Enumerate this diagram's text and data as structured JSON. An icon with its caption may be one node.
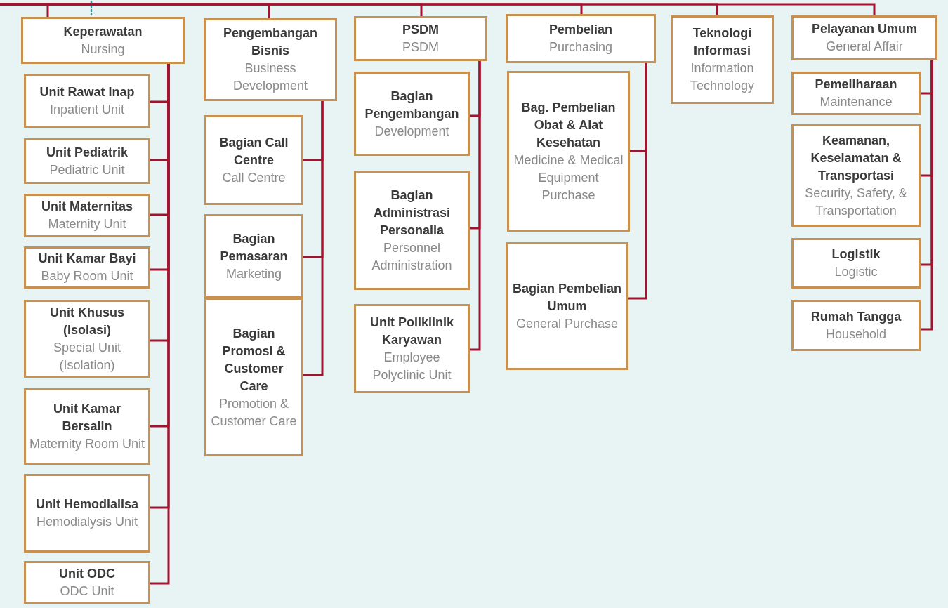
{
  "diagram": {
    "nodes": [
      {
        "text": [
          "Keperawatan",
          "Nursing"
        ]
      },
      {
        "text": [
          "Unit Rawat Inap",
          "Inpatient Unit"
        ]
      },
      {
        "text": [
          "Unit Pediatrik",
          "Pediatric Unit"
        ]
      },
      {
        "text": [
          "Unit Maternitas",
          "Maternity Unit"
        ]
      },
      {
        "text": [
          "Unit Kamar Bayi",
          "Baby Room Unit"
        ]
      },
      {
        "text": [
          "Unit Khusus (Isolasi)",
          "Special Unit (Isolation)"
        ]
      },
      {
        "text": [
          "Unit Kamar Bersalin",
          "Maternity Room Unit"
        ]
      },
      {
        "text": [
          "Unit Hemodialisa",
          "Hemodialysis Unit"
        ]
      },
      {
        "text": [
          "Unit ODC",
          "ODC Unit"
        ]
      },
      {
        "text": [
          "Pengembangan Bisnis",
          "Business Development"
        ]
      },
      {
        "text": [
          "Bagian Call Centre",
          "Call Centre"
        ]
      },
      {
        "text": [
          "Bagian Pemasaran",
          "Marketing"
        ]
      },
      {
        "text": [
          "Bagian Promosi & Customer Care",
          "Promotion & Customer Care"
        ]
      },
      {
        "text": [
          "PSDM",
          "PSDM"
        ]
      },
      {
        "text": [
          "Bagian Pengembangan",
          "Development"
        ]
      },
      {
        "text": [
          "Bagian Administrasi Personalia",
          "Personnel Administration"
        ]
      },
      {
        "text": [
          "Unit Poliklinik Karyawan",
          "Employee Polyclinic Unit"
        ]
      },
      {
        "text": [
          "Pembelian",
          "Purchasing"
        ]
      },
      {
        "text": [
          "Bag. Pembelian Obat & Alat Kesehatan",
          "Medicine & Medical Equipment Purchase"
        ]
      },
      {
        "text": [
          "Bagian Pembelian Umum",
          "General Purchase"
        ]
      },
      {
        "text": [
          "Teknologi Informasi",
          "Information Technology"
        ]
      },
      {
        "text": [
          "Pelayanan Umum",
          "General Affair"
        ]
      },
      {
        "text": [
          "Pemeliharaan",
          "Maintenance"
        ]
      },
      {
        "text": [
          "Keamanan, Keselamatan & Transportasi",
          "Security, Safety, & Transportation"
        ]
      },
      {
        "text": [
          "Logistik",
          "Logistic"
        ]
      },
      {
        "text": [
          "Rumah Tangga",
          "Household"
        ]
      }
    ],
    "edges": [
      {
        "from": null,
        "to": 0,
        "arrow": "none"
      },
      {
        "from": null,
        "to": 0,
        "arrow": "none",
        "style": "dashed",
        "color": "#2a9aa5"
      },
      {
        "from": null,
        "to": 9,
        "arrow": "none"
      },
      {
        "from": null,
        "to": 13,
        "arrow": "none"
      },
      {
        "from": null,
        "to": 17,
        "arrow": "none"
      },
      {
        "from": null,
        "to": 20,
        "arrow": "none"
      },
      {
        "from": null,
        "to": 21,
        "arrow": "none"
      },
      {
        "from": 0,
        "to": 1,
        "arrow": "none"
      },
      {
        "from": 0,
        "to": 2,
        "arrow": "none"
      },
      {
        "from": 0,
        "to": 3,
        "arrow": "none"
      },
      {
        "from": 0,
        "to": 4,
        "arrow": "none"
      },
      {
        "from": 0,
        "to": 5,
        "arrow": "none"
      },
      {
        "from": 0,
        "to": 6,
        "arrow": "none"
      },
      {
        "from": 0,
        "to": 7,
        "arrow": "none"
      },
      {
        "from": 0,
        "to": 8,
        "arrow": "none"
      },
      {
        "from": 9,
        "to": 10,
        "arrow": "none"
      },
      {
        "from": 9,
        "to": 11,
        "arrow": "none"
      },
      {
        "from": 9,
        "to": 12,
        "arrow": "none"
      },
      {
        "from": 13,
        "to": 14,
        "arrow": "none"
      },
      {
        "from": 13,
        "to": 15,
        "arrow": "none"
      },
      {
        "from": 13,
        "to": 16,
        "arrow": "none"
      },
      {
        "from": 17,
        "to": 18,
        "arrow": "none"
      },
      {
        "from": 17,
        "to": 19,
        "arrow": "none"
      },
      {
        "from": 21,
        "to": 22,
        "arrow": "none"
      },
      {
        "from": 21,
        "to": 23,
        "arrow": "none"
      },
      {
        "from": 21,
        "to": 24,
        "arrow": "none"
      },
      {
        "from": 21,
        "to": 25,
        "arrow": "none"
      }
    ]
  }
}
